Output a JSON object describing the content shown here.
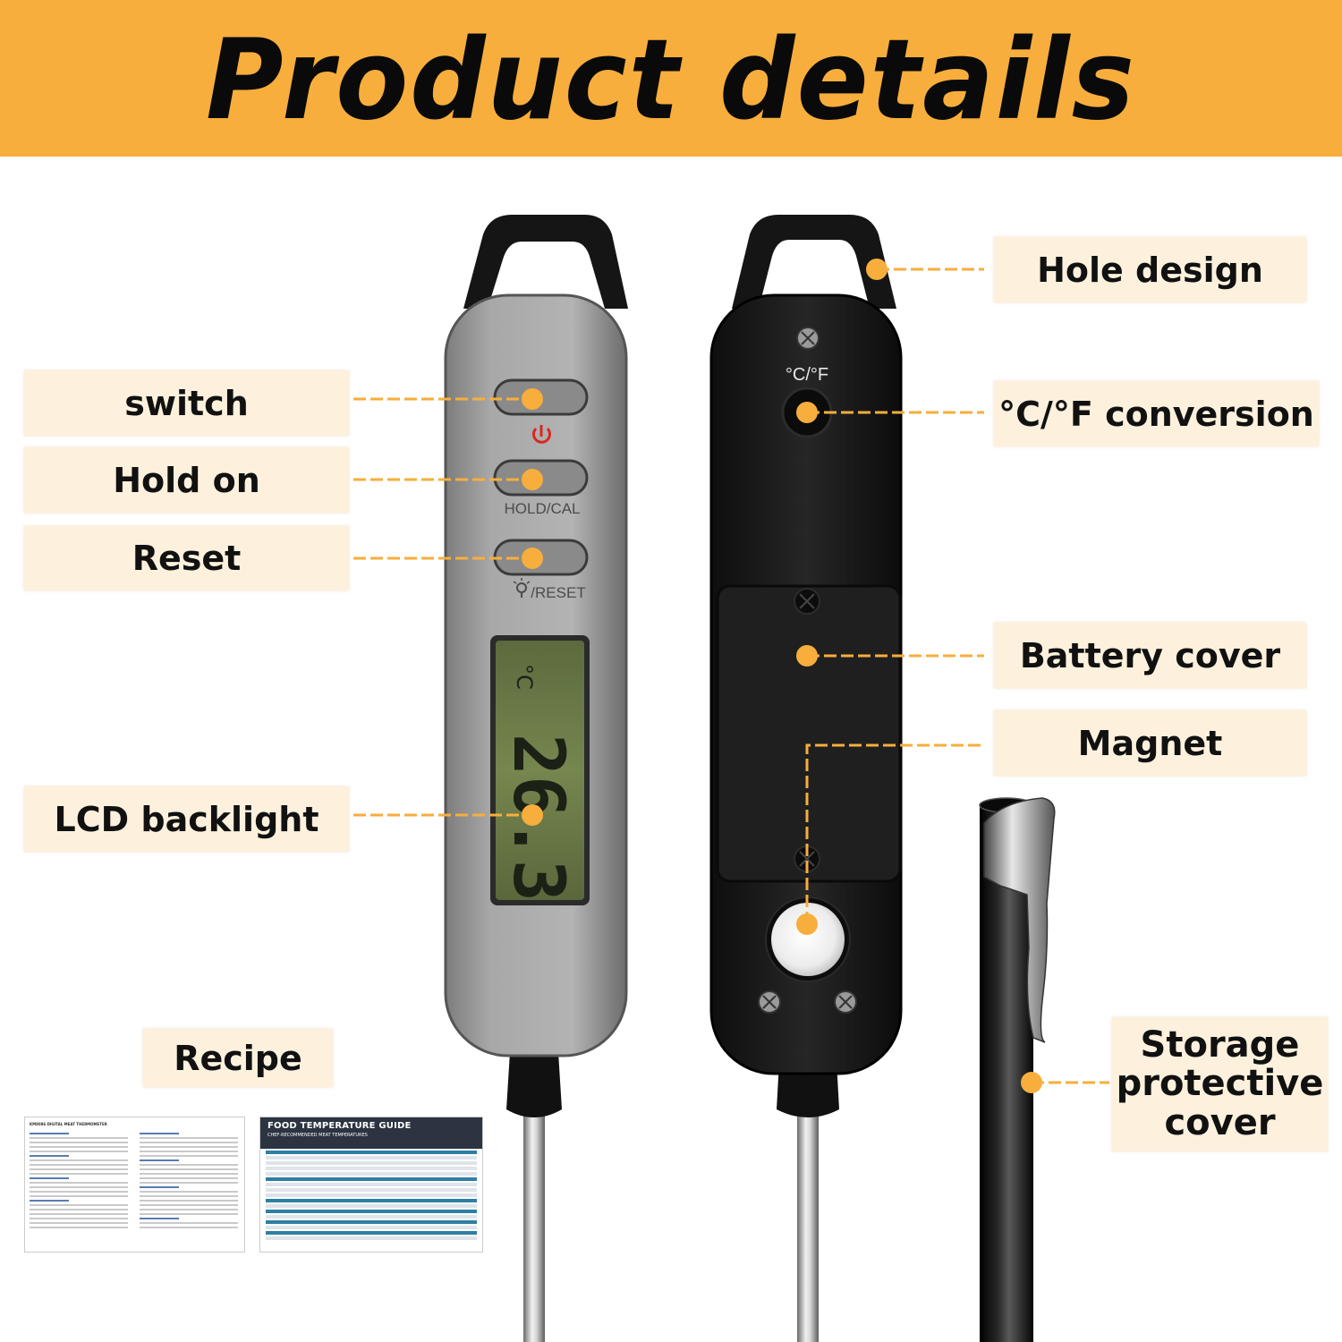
{
  "banner": {
    "title": "Product details"
  },
  "labels": {
    "switch": "switch",
    "hold_on": "Hold on",
    "reset": "Reset",
    "lcd_backlight": "LCD backlight",
    "recipe": "Recipe",
    "hole_design": "Hole design",
    "conversion": "°C/°F conversion",
    "battery_cover": "Battery cover",
    "magnet": "Magnet",
    "storage_line1": "Storage",
    "storage_line2": "protective",
    "storage_line3": "cover"
  },
  "device_front": {
    "hold_cal": "HOLD/CAL",
    "reset": "/RESET",
    "lcd_reading": "26.3",
    "lcd_unit": "°C"
  },
  "device_back": {
    "unit_label": "°C/°F"
  },
  "docs": {
    "guide_title": "FOOD TEMPERATURE GUIDE",
    "guide_subtitle": "CHEF-RECOMMENDED MEAT TEMPERATURES",
    "manual_title": "KM8086 DIGITAL MEAT THERMOMETER"
  },
  "colors": {
    "banner": "#f7ae3c",
    "label_bg": "#fdf1dd",
    "callout": "#f7ae3c",
    "front_body": "#9a9a9a",
    "back_body": "#1c1c1c",
    "lcd": "#6b7a47"
  }
}
